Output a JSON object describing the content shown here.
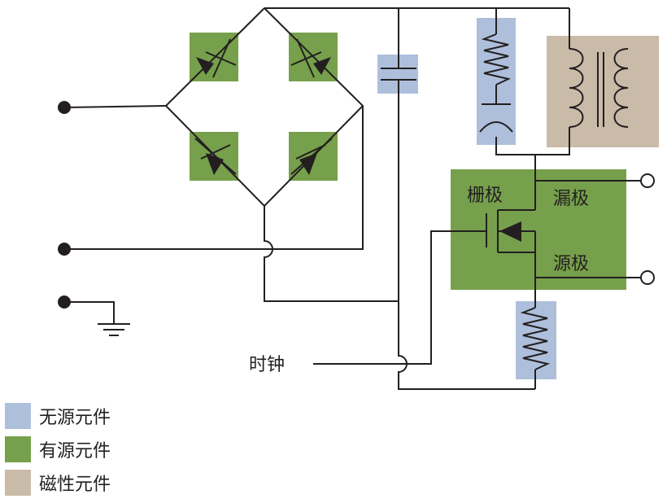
{
  "colors": {
    "passive": "#aebfdc",
    "active": "#76a04b",
    "magnetic": "#c9bba8",
    "line": "#231f20"
  },
  "labels": {
    "gate": "栅极",
    "drain": "漏极",
    "source": "源极",
    "clock": "时钟"
  },
  "legend": [
    {
      "label": "无源元件",
      "color": "#aebfdc"
    },
    {
      "label": "有源元件",
      "color": "#76a04b"
    },
    {
      "label": "磁性元件",
      "color": "#c9bba8"
    }
  ]
}
